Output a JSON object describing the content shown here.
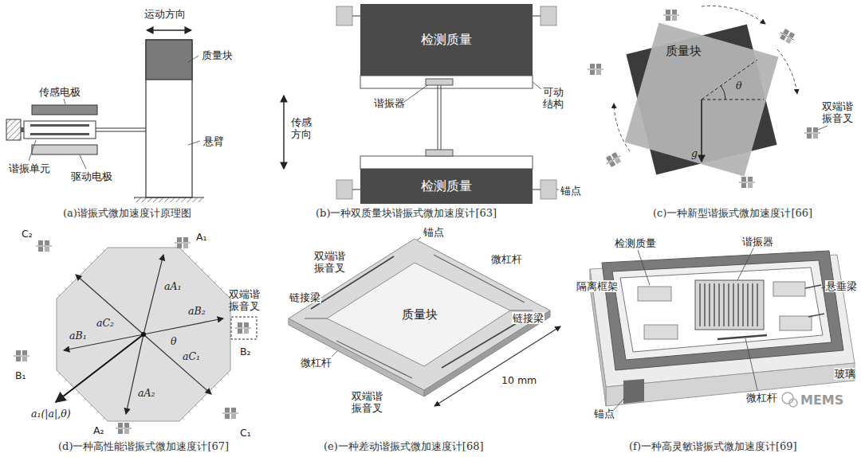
{
  "diagram": {
    "nodes": [
      {
        "text": [
          "检测质量"
        ]
      },
      {
        "text": [
          "检测质量"
        ]
      },
      {
        "text": [
          "质量块"
        ]
      },
      {
        "text": [
          "质量块"
        ]
      }
    ],
    "labels": [
      "运动方向",
      "传感电极",
      "质量块",
      "悬臂",
      "谐振单元",
      "驱动电极",
      "(a)谐振式微加速度计原理图",
      "传感方向",
      "谐振器",
      "可动结构",
      "锚点",
      "(b)一种双质量块谐振式微加速度计[63]",
      "θ",
      "g",
      "双端谐振音叉",
      "(c)一种新型谐振式微加速度计[66]",
      "C₂",
      "A₁",
      "双端谐振音叉",
      "aA₁",
      "aC₂",
      "aB₂",
      "aB₁",
      "θ",
      "aC₁",
      "B₂",
      "B₁",
      "aA₂",
      "a₁(|a|,θ)",
      "C₁",
      "A₂",
      "(d)一种高性能谐振式微加速度计[67]",
      "锚点",
      "双端谐振音叉",
      "微杠杆",
      "链接梁",
      "链接梁",
      "微杠杆",
      "双端谐振音叉",
      "10 mm",
      "(e)一种差动谐振式微加速度计[68]",
      "检测质量",
      "谐振器",
      "隔离框架",
      "悬垂梁",
      "玻璃",
      "锚点",
      "微杠杆",
      "MEMS",
      "(f)一种高灵敏谐振式微加速度计[69]"
    ]
  }
}
